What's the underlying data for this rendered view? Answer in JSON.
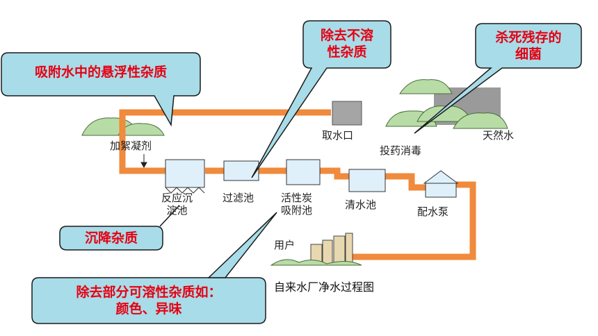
{
  "diagram": {
    "caption": "自来水厂净水过程图",
    "stages": {
      "coagulant": "加絮凝剂",
      "intake": "取水口",
      "natural_water": "天然水",
      "disinfection": "投药消毒",
      "reaction_line1": "反应沉",
      "reaction_line2": "淀池",
      "filter": "过滤池",
      "carbon_line1": "活性炭",
      "carbon_line2": "吸附池",
      "clear_water": "清水池",
      "pump": "配水泵",
      "user": "用户"
    },
    "callouts": {
      "adsorb": "吸附水中的悬浮性杂质",
      "insoluble_line1": "除去不溶",
      "insoluble_line2": "性杂质",
      "bacteria_line1": "杀死残存的",
      "bacteria_line2": "细菌",
      "settle": "沉降杂质",
      "soluble_line1": "除去部分可溶性杂质如：",
      "soluble_line2": "颜色、异味"
    },
    "colors": {
      "pipe": "#f08a3c",
      "callout_fill": "#a8dce8",
      "callout_border": "#1a1a1a",
      "callout_text": "#e60012",
      "tank_fill": "#dff0fb",
      "tree": "#b6d9a3"
    }
  }
}
